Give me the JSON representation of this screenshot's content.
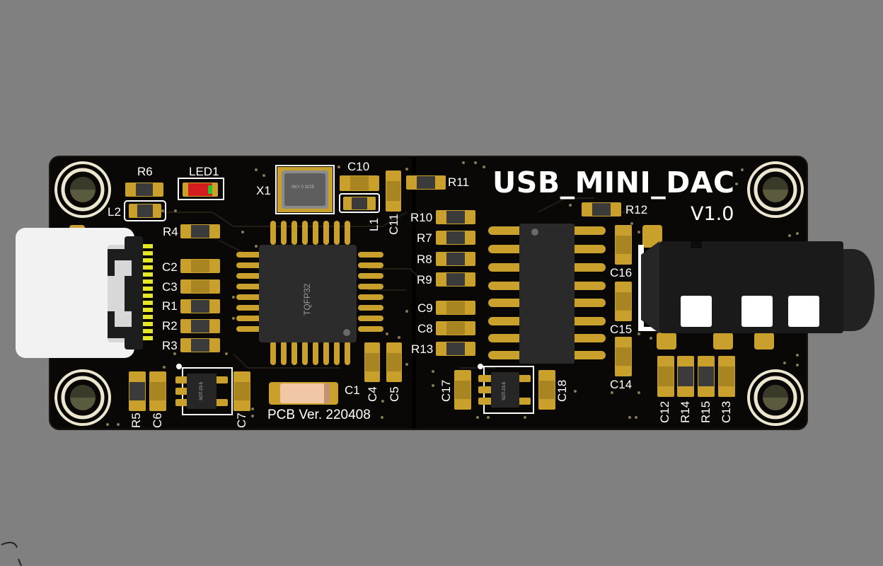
{
  "board": {
    "title": "USB_MINI_DAC",
    "version": "V1.0",
    "pcb_version": "PCB Ver. 220408",
    "colors": {
      "background": "#808080",
      "pcb": "#0a0806",
      "pad": "#c9a02c",
      "silkscreen": "#ffffff"
    }
  },
  "chips": {
    "mcu": "TQFP32",
    "crystal": "SKY 0 3225",
    "reg_left": "SOT-23-5",
    "reg_right": "SOT-23-5"
  },
  "labels": {
    "R6": "R6",
    "LED1": "LED1",
    "L2": "L2",
    "X1": "X1",
    "C10": "C10",
    "R11": "R11",
    "L1": "L1",
    "C11": "C11",
    "R4": "R4",
    "C2": "C2",
    "C3": "C3",
    "R1": "R1",
    "R2": "R2",
    "R3": "R3",
    "R10": "R10",
    "R7": "R7",
    "R8": "R8",
    "R9": "R9",
    "C9": "C9",
    "C8": "C8",
    "R13": "R13",
    "R12": "R12",
    "C16": "C16",
    "C15": "C15",
    "C14": "C14",
    "C1": "C1",
    "C4": "C4",
    "C5": "C5",
    "R5": "R5",
    "C6": "C6",
    "C7": "C7",
    "C17": "C17",
    "C18": "C18",
    "C12": "C12",
    "R14": "R14",
    "R15": "R15",
    "C13": "C13"
  }
}
